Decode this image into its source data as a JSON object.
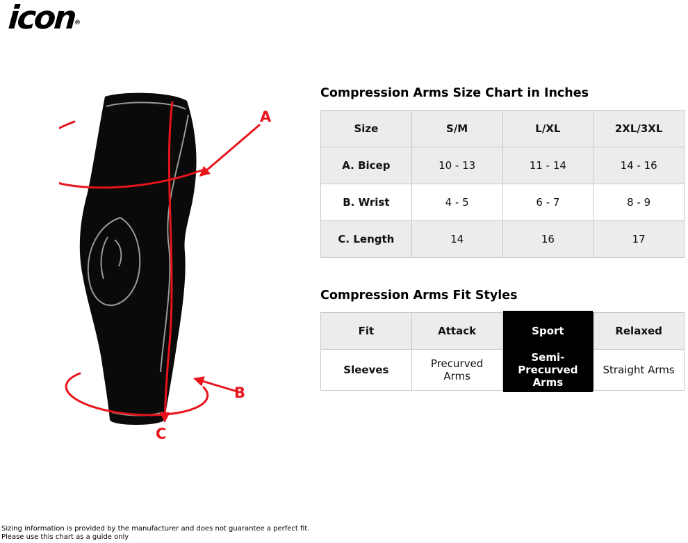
{
  "brand": {
    "name": "icon",
    "reg": "®"
  },
  "diagram": {
    "label_a": "A",
    "label_b": "B",
    "label_c": "C",
    "accent_color": "#e8131b",
    "sleeve_color": "#0a0a0a"
  },
  "size_chart": {
    "title": "Compression Arms Size Chart in Inches",
    "columns": [
      "Size",
      "S/M",
      "L/XL",
      "2XL/3XL"
    ],
    "rows": [
      {
        "label": "A. Bicep",
        "values": [
          "10 - 13",
          "11 - 14",
          "14 - 16"
        ]
      },
      {
        "label": "B. Wrist",
        "values": [
          "4 - 5",
          "6 - 7",
          "8 - 9"
        ]
      },
      {
        "label": "C. Length",
        "values": [
          "14",
          "16",
          "17"
        ]
      }
    ]
  },
  "fit_styles": {
    "title": "Compression Arms Fit Styles",
    "columns": [
      "Fit",
      "Attack",
      "Sport",
      "Relaxed"
    ],
    "highlighted_column": "Sport",
    "rows": [
      {
        "label": "Sleeves",
        "values": [
          "Precurved Arms",
          "Semi-Precurved Arms",
          "Straight Arms"
        ]
      }
    ]
  },
  "footer": {
    "lines": [
      "Sizing information is provided by the manufacturer and does not guarantee a perfect fit.",
      "Please use this chart as a guide only"
    ]
  }
}
